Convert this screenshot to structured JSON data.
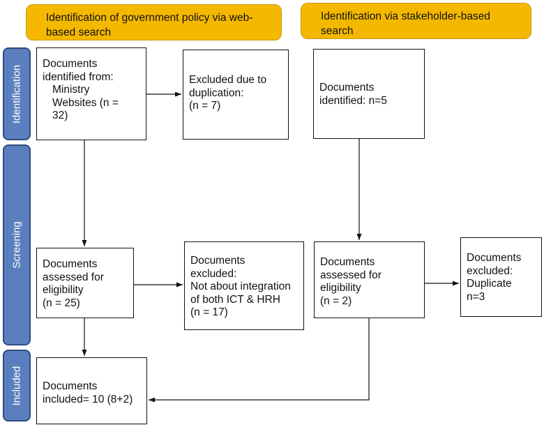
{
  "headers": {
    "web": [
      "Identification of government policy via web-",
      "based search"
    ],
    "stakeholder": [
      "Identification via stakeholder-based",
      "search"
    ]
  },
  "stages": {
    "identification": "Identification",
    "screening": "Screening",
    "included": "Included"
  },
  "boxes": {
    "web_identified": [
      "Documents",
      "identified from:",
      "Ministry",
      "Websites (n =",
      "32)"
    ],
    "web_excluded_dup": [
      "Excluded due to",
      "duplication:",
      "(n = 7)"
    ],
    "web_assessed": [
      "Documents",
      "assessed for",
      "eligibility",
      "(n = 25)"
    ],
    "web_excluded": [
      "Documents",
      "excluded:",
      "Not about integration",
      "of both ICT & HRH",
      "(n = 17)"
    ],
    "stake_identified": [
      "Documents",
      "identified: n=5"
    ],
    "stake_assessed": [
      "Documents",
      "assessed for",
      "eligibility",
      "(n = 2)"
    ],
    "stake_excluded": [
      "Documents",
      "excluded:",
      "Duplicate",
      "n=3"
    ],
    "included": [
      "Documents",
      "included= 10 (8+2)"
    ]
  }
}
